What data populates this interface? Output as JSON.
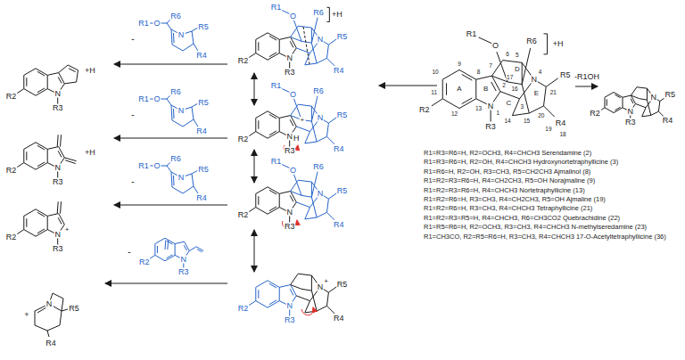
{
  "diagram": {
    "labels": [
      "R1",
      "O",
      "R6",
      "+H",
      "R2",
      "N",
      "N",
      "R5",
      "R4",
      "R3",
      "9",
      "10",
      "11",
      "12",
      "13",
      "8",
      "A",
      "B",
      "7",
      "6",
      "5",
      "17",
      "D",
      "16",
      "C",
      "4",
      "3",
      "2",
      "1",
      "14",
      "15",
      "E",
      "21",
      "20",
      "19",
      "18",
      "-R1OH",
      "R2",
      "N",
      "R3",
      "N",
      "R5",
      "R4",
      "R1=R3=R6=H, R2=OCH3, R4=CHCH3 Serendamine (2)",
      "R1=R3=R6=H, R2=OH, R4=CHCH3 Hydroxynortetraphyllicine (3)",
      "R1=R6=H, R2=OH, R3=CH3, R5=CH2CH3 Ajmalinol (8)",
      "R1=R2=R3=R6=H, R4=CH2CH3, R5=OH Norajmaline (9)",
      "R1=R2=R3=R6=H, R4=CHCH3 Nortetraphyllicine (13)",
      "R1=R2=R6=H, R3=CH3, R4=CH2CH3, R5=OH Ajmaline (19)",
      "R1=R2=R6=H, R3=CH3, R4=CHCH3 Tetraphyllicine (21)",
      "R1=R2=R3=R5=H, R4=CHCH3, R6=CH3CO2 Quebrachidine (22)",
      "R1=R5=R6=H, R2=OCH3, R3=CH3, R4=CHCH3 N-methylseredamine (23)",
      "R1=CH3CO, R2=R5=R6=H, R3=CH3, R4=CHCH3 17-O-Acetyltetraphyllicine (36)",
      "R1",
      "O",
      "R6",
      "+H",
      "R2",
      "N",
      "R3",
      "N",
      "R5",
      "R4",
      "R1",
      "O",
      "R6",
      "R2",
      "N",
      "H",
      "R3",
      "+",
      "N",
      "R5",
      "R4",
      "R1",
      "O",
      "R6",
      "R2",
      "N",
      "R3",
      "N",
      "R5",
      "R4",
      "R2",
      "N",
      "R3",
      "N",
      "+",
      "R5",
      "R4",
      "-",
      "R1",
      "O",
      "R6",
      "N",
      "R5",
      "R4",
      "-",
      "R1",
      "O",
      "R6",
      "N",
      "R5",
      "R4",
      "-",
      "R1",
      "O",
      "R6",
      "N",
      "R5",
      "R4",
      "-",
      "R2",
      "N",
      "R3",
      "+H",
      "R2",
      "N",
      "R3",
      "+H",
      "R2",
      "N",
      "R3",
      "R2",
      "N",
      "+",
      "R3",
      "N",
      "+",
      "R5",
      "R4"
    ]
  }
}
